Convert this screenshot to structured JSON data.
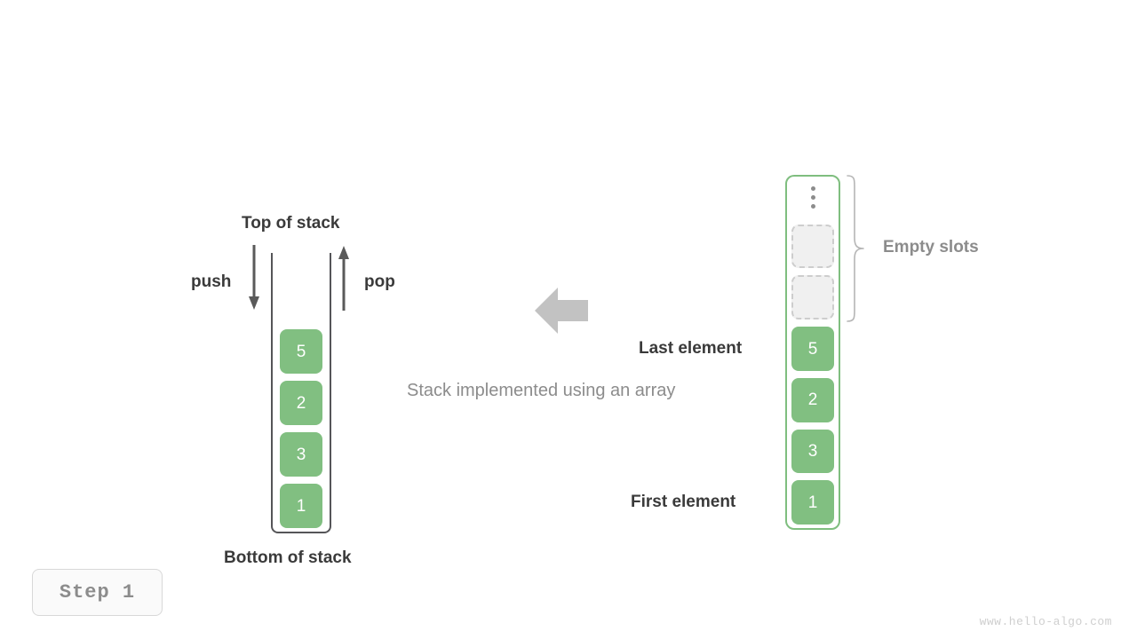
{
  "diagram": {
    "caption": "Stack implemented using an array",
    "step_badge": "Step  1",
    "watermark": "www.hello-algo.com",
    "colors": {
      "element_green": "#81bf81",
      "array_border_green": "#7fbe7f",
      "stack_border_gray": "#555558",
      "label_dark": "#3a3a3a",
      "label_gray": "#8c8c8c",
      "empty_slot_fill": "#f0f0f0",
      "empty_slot_border": "#cdcdcd",
      "arrow_gray": "#5a5a5a",
      "big_arrow_gray": "#c2c2c2"
    }
  },
  "left_stack": {
    "top_label": "Top of stack",
    "bottom_label": "Bottom of stack",
    "push_label": "push",
    "pop_label": "pop",
    "elements": [
      "5",
      "2",
      "3",
      "1"
    ]
  },
  "right_array": {
    "empty_slots_label": "Empty slots",
    "last_element_label": "Last element",
    "first_element_label": "First element",
    "ellipsis_icon": "vertical-ellipsis-icon",
    "empty_slot_count": 2,
    "elements": [
      "5",
      "2",
      "3",
      "1"
    ]
  },
  "icons": {
    "push_arrow": "arrow-down-icon",
    "pop_arrow": "arrow-up-icon",
    "transform_arrow": "arrow-left-icon",
    "brace": "curly-brace-icon"
  }
}
